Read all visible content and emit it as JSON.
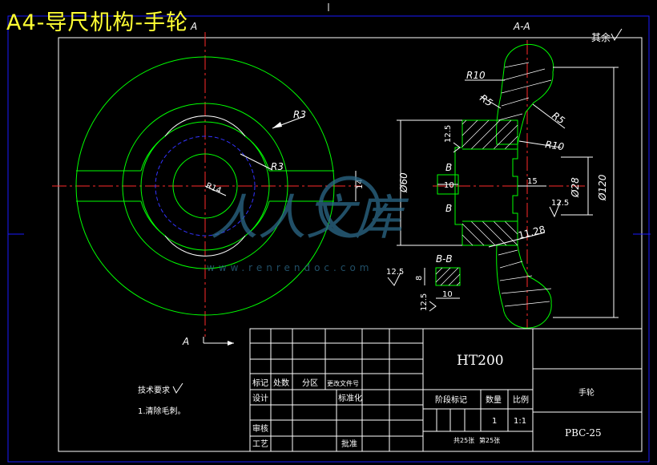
{
  "title": "A4-导尺机构-手轮",
  "view_label_top": "A",
  "section_aa": "A-A",
  "section_bb": "B-B",
  "section_b_upper": "B",
  "section_b_lower": "B",
  "view_a_bottom": "A",
  "qiyu": "其余",
  "dims": {
    "r10_top": "R10",
    "r5_left": "R5",
    "r5_right": "R5",
    "r10_mid": "R10",
    "d60": "Ø60",
    "d28": "Ø28",
    "d120": "Ø120",
    "w15": "15",
    "w10": "10",
    "v1128": "11.28",
    "rough125_a": "12.5",
    "rough125_b": "12.5",
    "rough125_c": "12.5",
    "rough125_d": "12.5",
    "bb_8": "8",
    "bb_10": "10",
    "r3_top": "R3",
    "r3_mid": "R3",
    "r14": "R14",
    "d14": "14"
  },
  "tech": {
    "heading": "技术要求",
    "item1": "1.清除毛刺。"
  },
  "titleblock": {
    "material": "HT200",
    "part_name": "手轮",
    "part_no": "PBC-25",
    "r_biaoji": "标记",
    "r_chushu": "处数",
    "r_fenqu": "分区",
    "r_gengai": "更改文件号",
    "r_sheji": "设计",
    "r_biaozhunhua": "标准化",
    "r_shenhe": "审核",
    "r_gongyi": "工艺",
    "r_pizhun": "批准",
    "r_jieduan": "阶段标记",
    "r_shuliang": "数量",
    "r_bili": "比例",
    "v_shuliang": "1",
    "v_bili": "1:1",
    "r_gong": "共25张",
    "r_di": "第25张"
  },
  "watermark": {
    "cn": "人人文库",
    "url": "www.renrendoc.com"
  },
  "colors": {
    "background": "#000000",
    "outline": "#00ff00",
    "centerline": "#ff2a2a",
    "hidden": "#3333ff",
    "dimension": "#ffffff",
    "frame": "#ffffff",
    "title": "#ffff33"
  }
}
